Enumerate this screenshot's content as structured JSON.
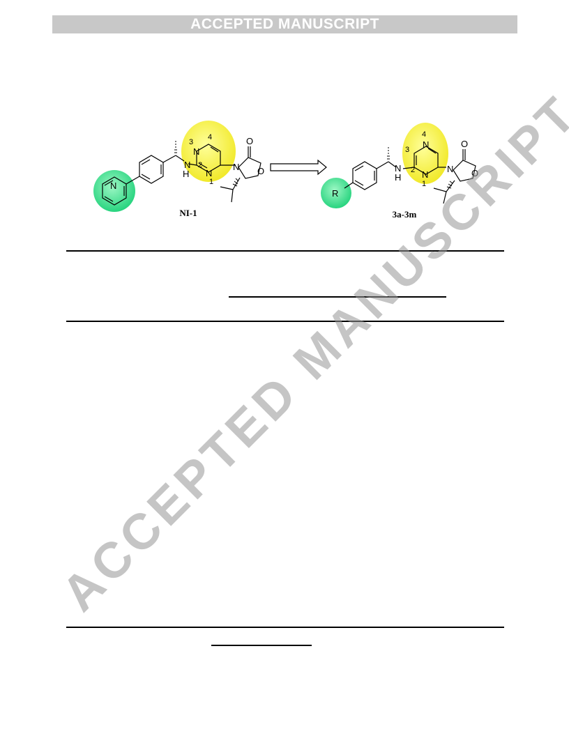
{
  "banner": {
    "text": "ACCEPTED MANUSCRIPT"
  },
  "watermark": {
    "text": "ACCEPTED MANUSCRIPT"
  },
  "scheme": {
    "left_compound": {
      "label": "NI-1",
      "atom_labels": [
        "N",
        "N",
        "H",
        "N",
        "N",
        "O",
        "O"
      ],
      "ring_numbers": [
        "3",
        "4",
        "2",
        "1"
      ]
    },
    "right_compound": {
      "label": "3a-3m",
      "substituent": "R",
      "atom_labels": [
        "N",
        "N",
        "H",
        "N",
        "N",
        "O",
        "O"
      ],
      "ring_numbers": [
        "4",
        "3",
        "2",
        "1"
      ]
    },
    "colors": {
      "highlight_yellow": "#f5f03c",
      "highlight_green": "#3ddc8a"
    }
  }
}
